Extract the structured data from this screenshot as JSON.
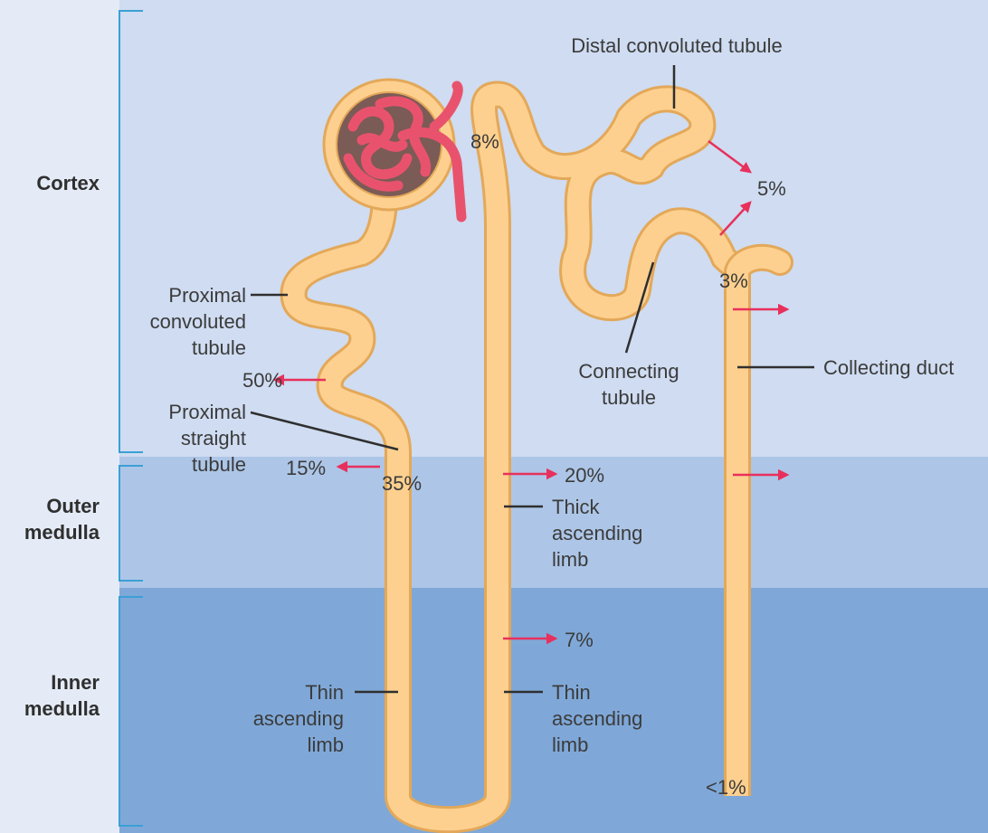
{
  "zones": {
    "cortex": "Cortex",
    "outer_medulla": [
      "Outer",
      "medulla"
    ],
    "inner_medulla": [
      "Inner",
      "medulla"
    ]
  },
  "labels": {
    "distal_convoluted_tubule": "Distal convoluted tubule",
    "proximal_convoluted_tubule": [
      "Proximal",
      "convoluted",
      "tubule"
    ],
    "proximal_straight_tubule": [
      "Proximal",
      "straight",
      "tubule"
    ],
    "connecting_tubule": [
      "Connecting",
      "tubule"
    ],
    "collecting_duct": "Collecting duct",
    "thick_ascending_limb": [
      "Thick",
      "ascending",
      "limb"
    ],
    "thin_ascending_limb_left": [
      "Thin",
      "ascending",
      "limb"
    ],
    "thin_ascending_limb_right": [
      "Thin",
      "ascending",
      "limb"
    ]
  },
  "percentages": {
    "proximal_convoluted": "50%",
    "proximal_straight_out": "15%",
    "proximal_straight_in": "35%",
    "thick_limb_start": "8%",
    "thick_ascending": "20%",
    "thin_ascending": "7%",
    "distal": "5%",
    "collecting_top": "3%",
    "collecting_end": "<1%"
  },
  "colors": {
    "cortex_bg": "#cfdcf1",
    "outer_medulla_bg": "#adc6e7",
    "inner_medulla_bg": "#7fa8d8",
    "tubule_fill": "#fdd08f",
    "tubule_outline": "#e3a859",
    "glomerulus": "#e9526d",
    "arrow": "#e8305c",
    "bracket": "#3b9fd6"
  }
}
